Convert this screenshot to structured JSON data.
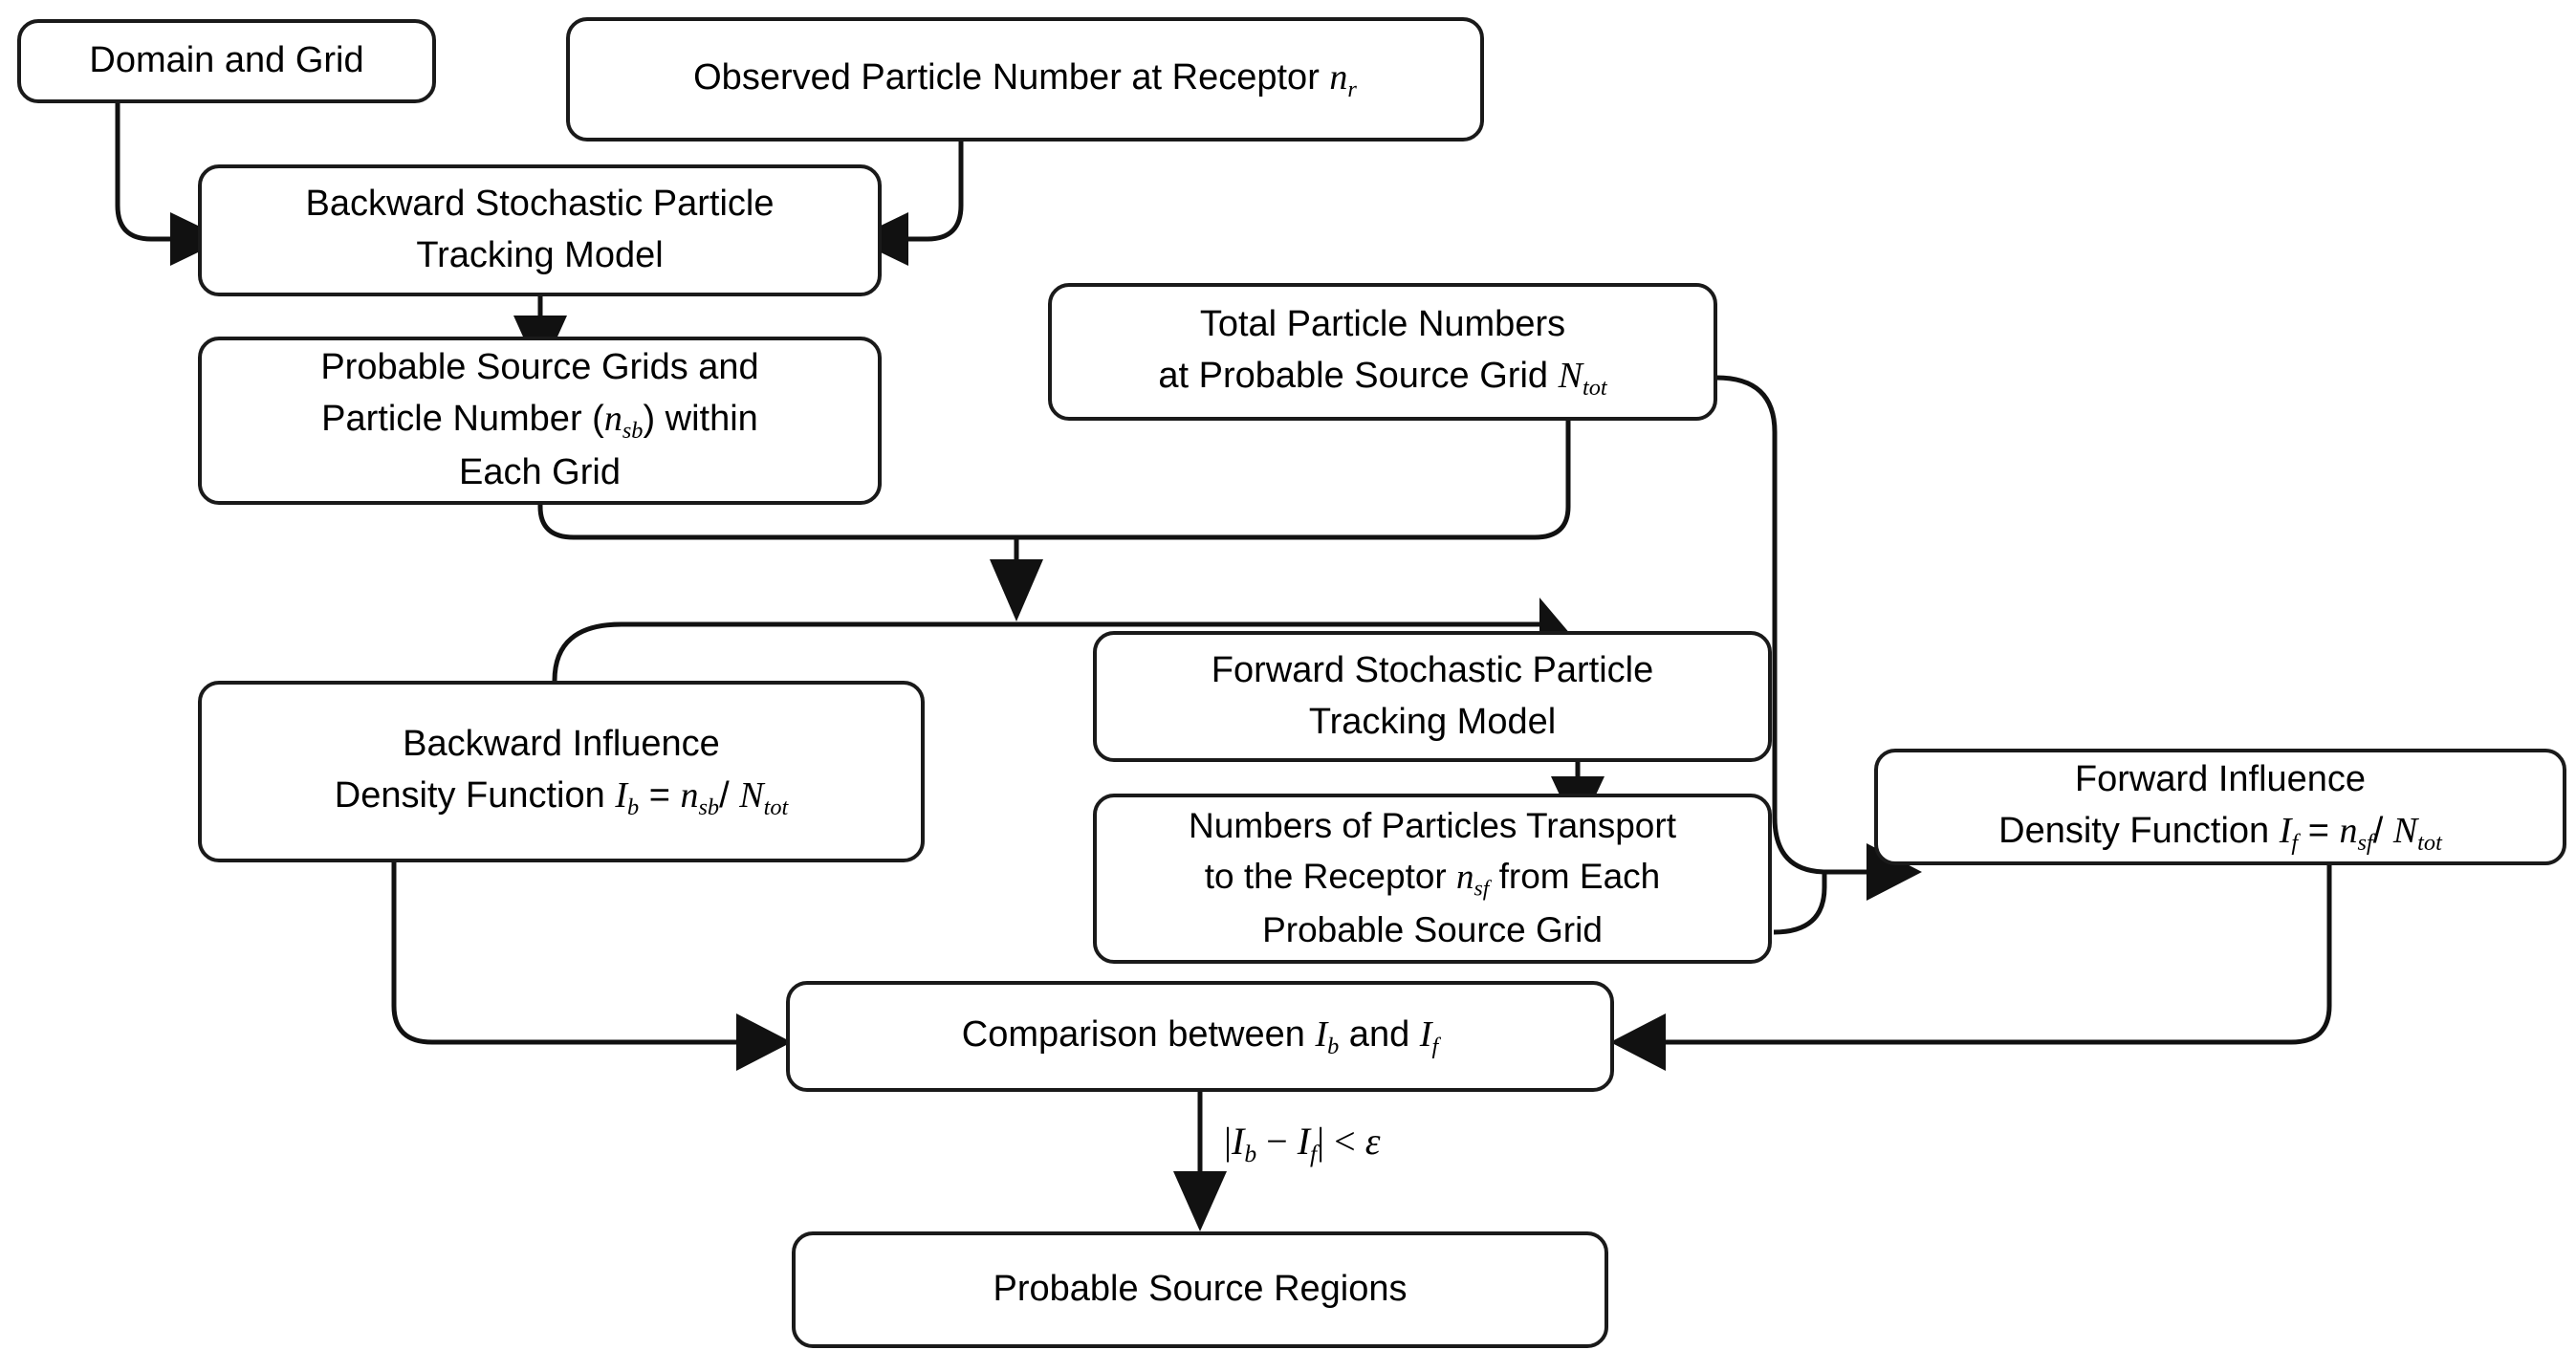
{
  "diagram": {
    "title": "Backward-Forward Stochastic Particle Tracking Source Identification Flowchart",
    "background_color": "#ffffff",
    "line_color": "#111111",
    "box_border_color": "#1a1a1a",
    "nodes": {
      "domain_grid": {
        "label": "Domain and Grid"
      },
      "observed": {
        "line1": "Observed Particle Number at Receptor ",
        "var": "n",
        "sub": "r"
      },
      "backward_model": {
        "line1": "Backward Stochastic Particle",
        "line2": "Tracking Model"
      },
      "probable_source_grids": {
        "line1": "Probable Source Grids and",
        "line2a": "Particle Number (",
        "line2var": "n",
        "line2sub": "sb",
        "line2b": ") within",
        "line3": "Each Grid"
      },
      "total_particles": {
        "line1": "Total Particle Numbers",
        "line2": "at Probable Source Grid ",
        "var": "N",
        "sub": "tot"
      },
      "backward_idf": {
        "line1": "Backward Influence",
        "line2": "Density Function ",
        "eq_var": "I",
        "eq_sub": "b",
        "eq_op": " = ",
        "num_var": "n",
        "num_sub": "sb",
        "slash": "/ ",
        "den_var": "N",
        "den_sub": "tot"
      },
      "forward_model": {
        "line1": "Forward Stochastic Particle",
        "line2": "Tracking Model"
      },
      "numbers_transport": {
        "line1": "Numbers of Particles Transport",
        "line2a": "to the Receptor ",
        "line2var": "n",
        "line2sub": "sf",
        "line2b": " from Each",
        "line3": "Probable Source Grid"
      },
      "forward_idf": {
        "line1": "Forward Influence",
        "line2": "Density Function ",
        "eq_var": "I",
        "eq_sub": "f",
        "eq_op": " = ",
        "num_var": "n",
        "num_sub": "sf",
        "slash": "/ ",
        "den_var": "N",
        "den_sub": "tot"
      },
      "comparison": {
        "pre": "Comparison between ",
        "var1": "I",
        "sub1": "b",
        "mid": " and ",
        "var2": "I",
        "sub2": "f"
      },
      "probable_source_regions": {
        "label": "Probable Source Regions"
      }
    },
    "edge_labels": {
      "epsilon_condition": {
        "open": "|",
        "v1": "I",
        "s1": "b",
        "minus": " − ",
        "v2": "I",
        "s2": "f",
        "close": "| ",
        "lt": "< ",
        "eps": "ε"
      }
    }
  }
}
